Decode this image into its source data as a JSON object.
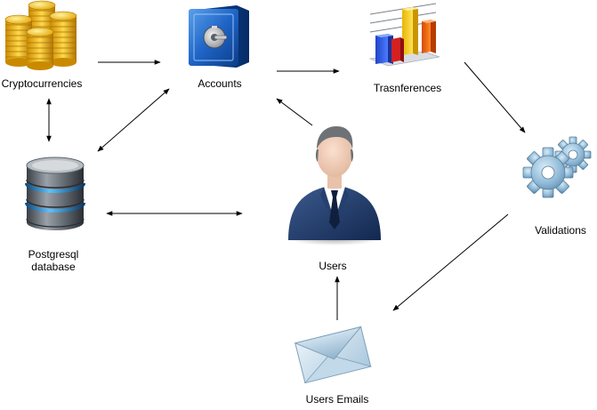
{
  "diagram": {
    "nodes": [
      {
        "id": "cryptocurrencies",
        "label": "Cryptocurrencies",
        "icon": "coins-icon"
      },
      {
        "id": "accounts",
        "label": "Accounts",
        "icon": "safe-icon"
      },
      {
        "id": "transferences",
        "label": "Trasnferences",
        "icon": "bar-chart-icon"
      },
      {
        "id": "validations",
        "label": "Validations",
        "icon": "gears-icon"
      },
      {
        "id": "postgresql",
        "label": "Postgresql database",
        "icon": "database-icon"
      },
      {
        "id": "users",
        "label": "Users",
        "icon": "businessman-icon"
      },
      {
        "id": "users-emails",
        "label": "Users Emails",
        "icon": "envelope-icon"
      }
    ],
    "edges": [
      {
        "from": "cryptocurrencies",
        "to": "accounts",
        "direction": "forward"
      },
      {
        "from": "accounts",
        "to": "transferences",
        "direction": "forward"
      },
      {
        "from": "transferences",
        "to": "validations",
        "direction": "forward"
      },
      {
        "from": "validations",
        "to": "users-emails",
        "direction": "forward"
      },
      {
        "from": "users-emails",
        "to": "users",
        "direction": "forward"
      },
      {
        "from": "users",
        "to": "accounts",
        "direction": "forward"
      },
      {
        "from": "cryptocurrencies",
        "to": "postgresql",
        "direction": "both"
      },
      {
        "from": "postgresql",
        "to": "accounts",
        "direction": "both"
      },
      {
        "from": "postgresql",
        "to": "users",
        "direction": "both"
      }
    ]
  }
}
